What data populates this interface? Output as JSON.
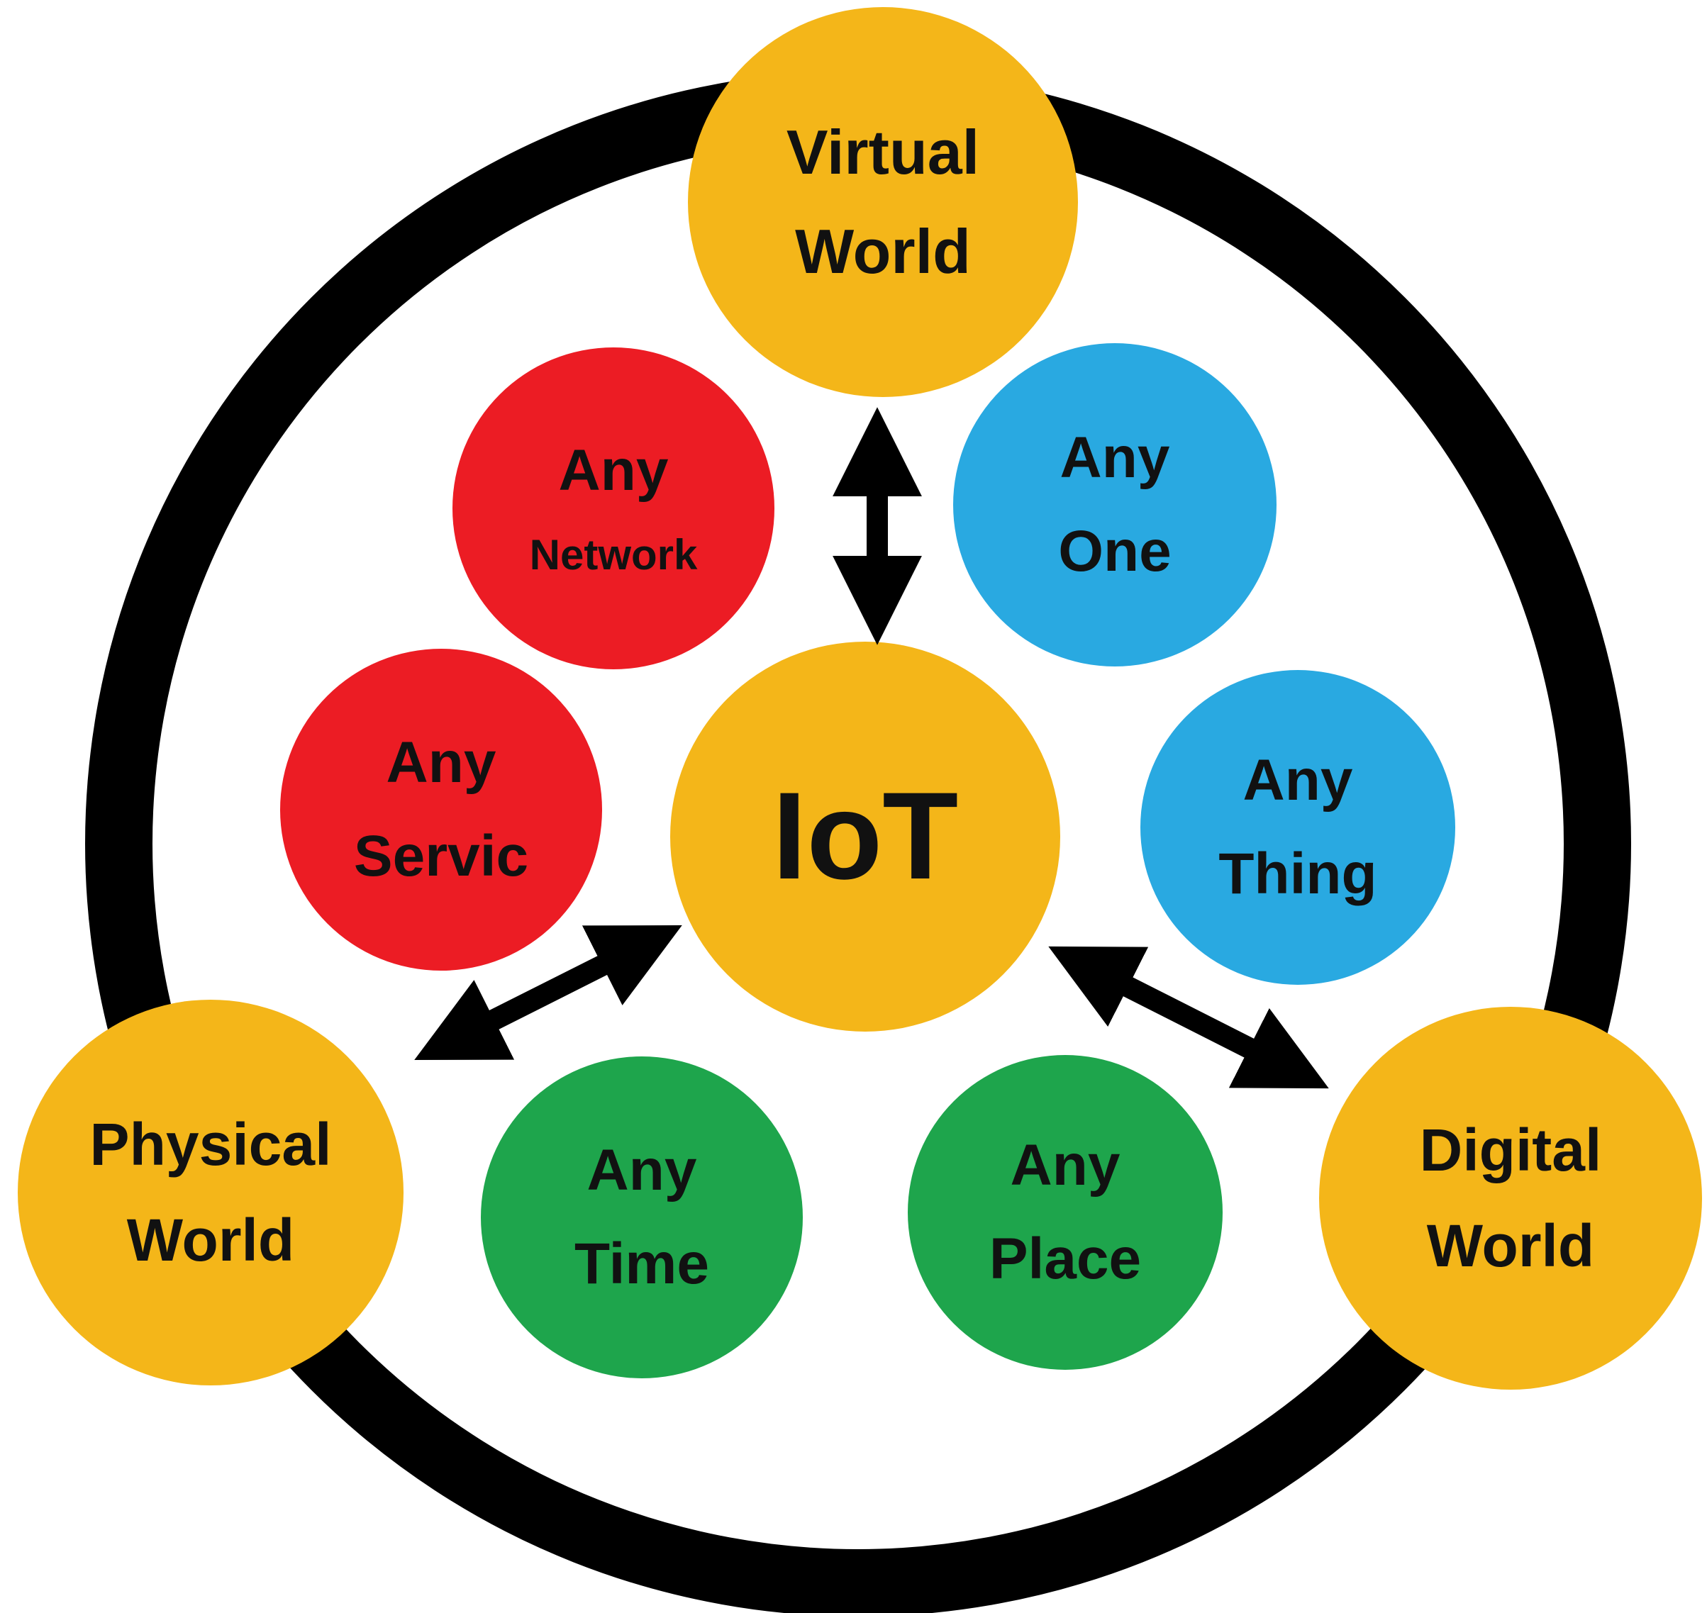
{
  "diagram": {
    "title_concept": "IoT",
    "colors": {
      "yellow": "#F4B619",
      "red": "#EC1C24",
      "blue": "#29A9E1",
      "green": "#1EA54C",
      "ring_black": "#000000",
      "text": "#111111"
    },
    "nodes": {
      "iot": {
        "label": "IoT"
      },
      "virtual": {
        "line1": "Virtual",
        "line2": "World"
      },
      "network": {
        "line1": "Any",
        "line2": "Network"
      },
      "one": {
        "line1": "Any",
        "line2": "One"
      },
      "servic": {
        "line1": "Any",
        "line2": "Servic"
      },
      "thing": {
        "line1": "Any",
        "line2": "Thing"
      },
      "time": {
        "line1": "Any",
        "line2": "Time"
      },
      "place": {
        "line1": "Any",
        "line2": "Place"
      },
      "physical": {
        "line1": "Physical",
        "line2": "World"
      },
      "digital": {
        "line1": "Digital",
        "line2": "World"
      }
    },
    "connections": [
      {
        "from": "Virtual World",
        "to": "IoT",
        "type": "double-arrow"
      },
      {
        "from": "Physical World",
        "to": "IoT",
        "type": "double-arrow"
      },
      {
        "from": "IoT",
        "to": "Digital World",
        "type": "double-arrow"
      }
    ]
  }
}
